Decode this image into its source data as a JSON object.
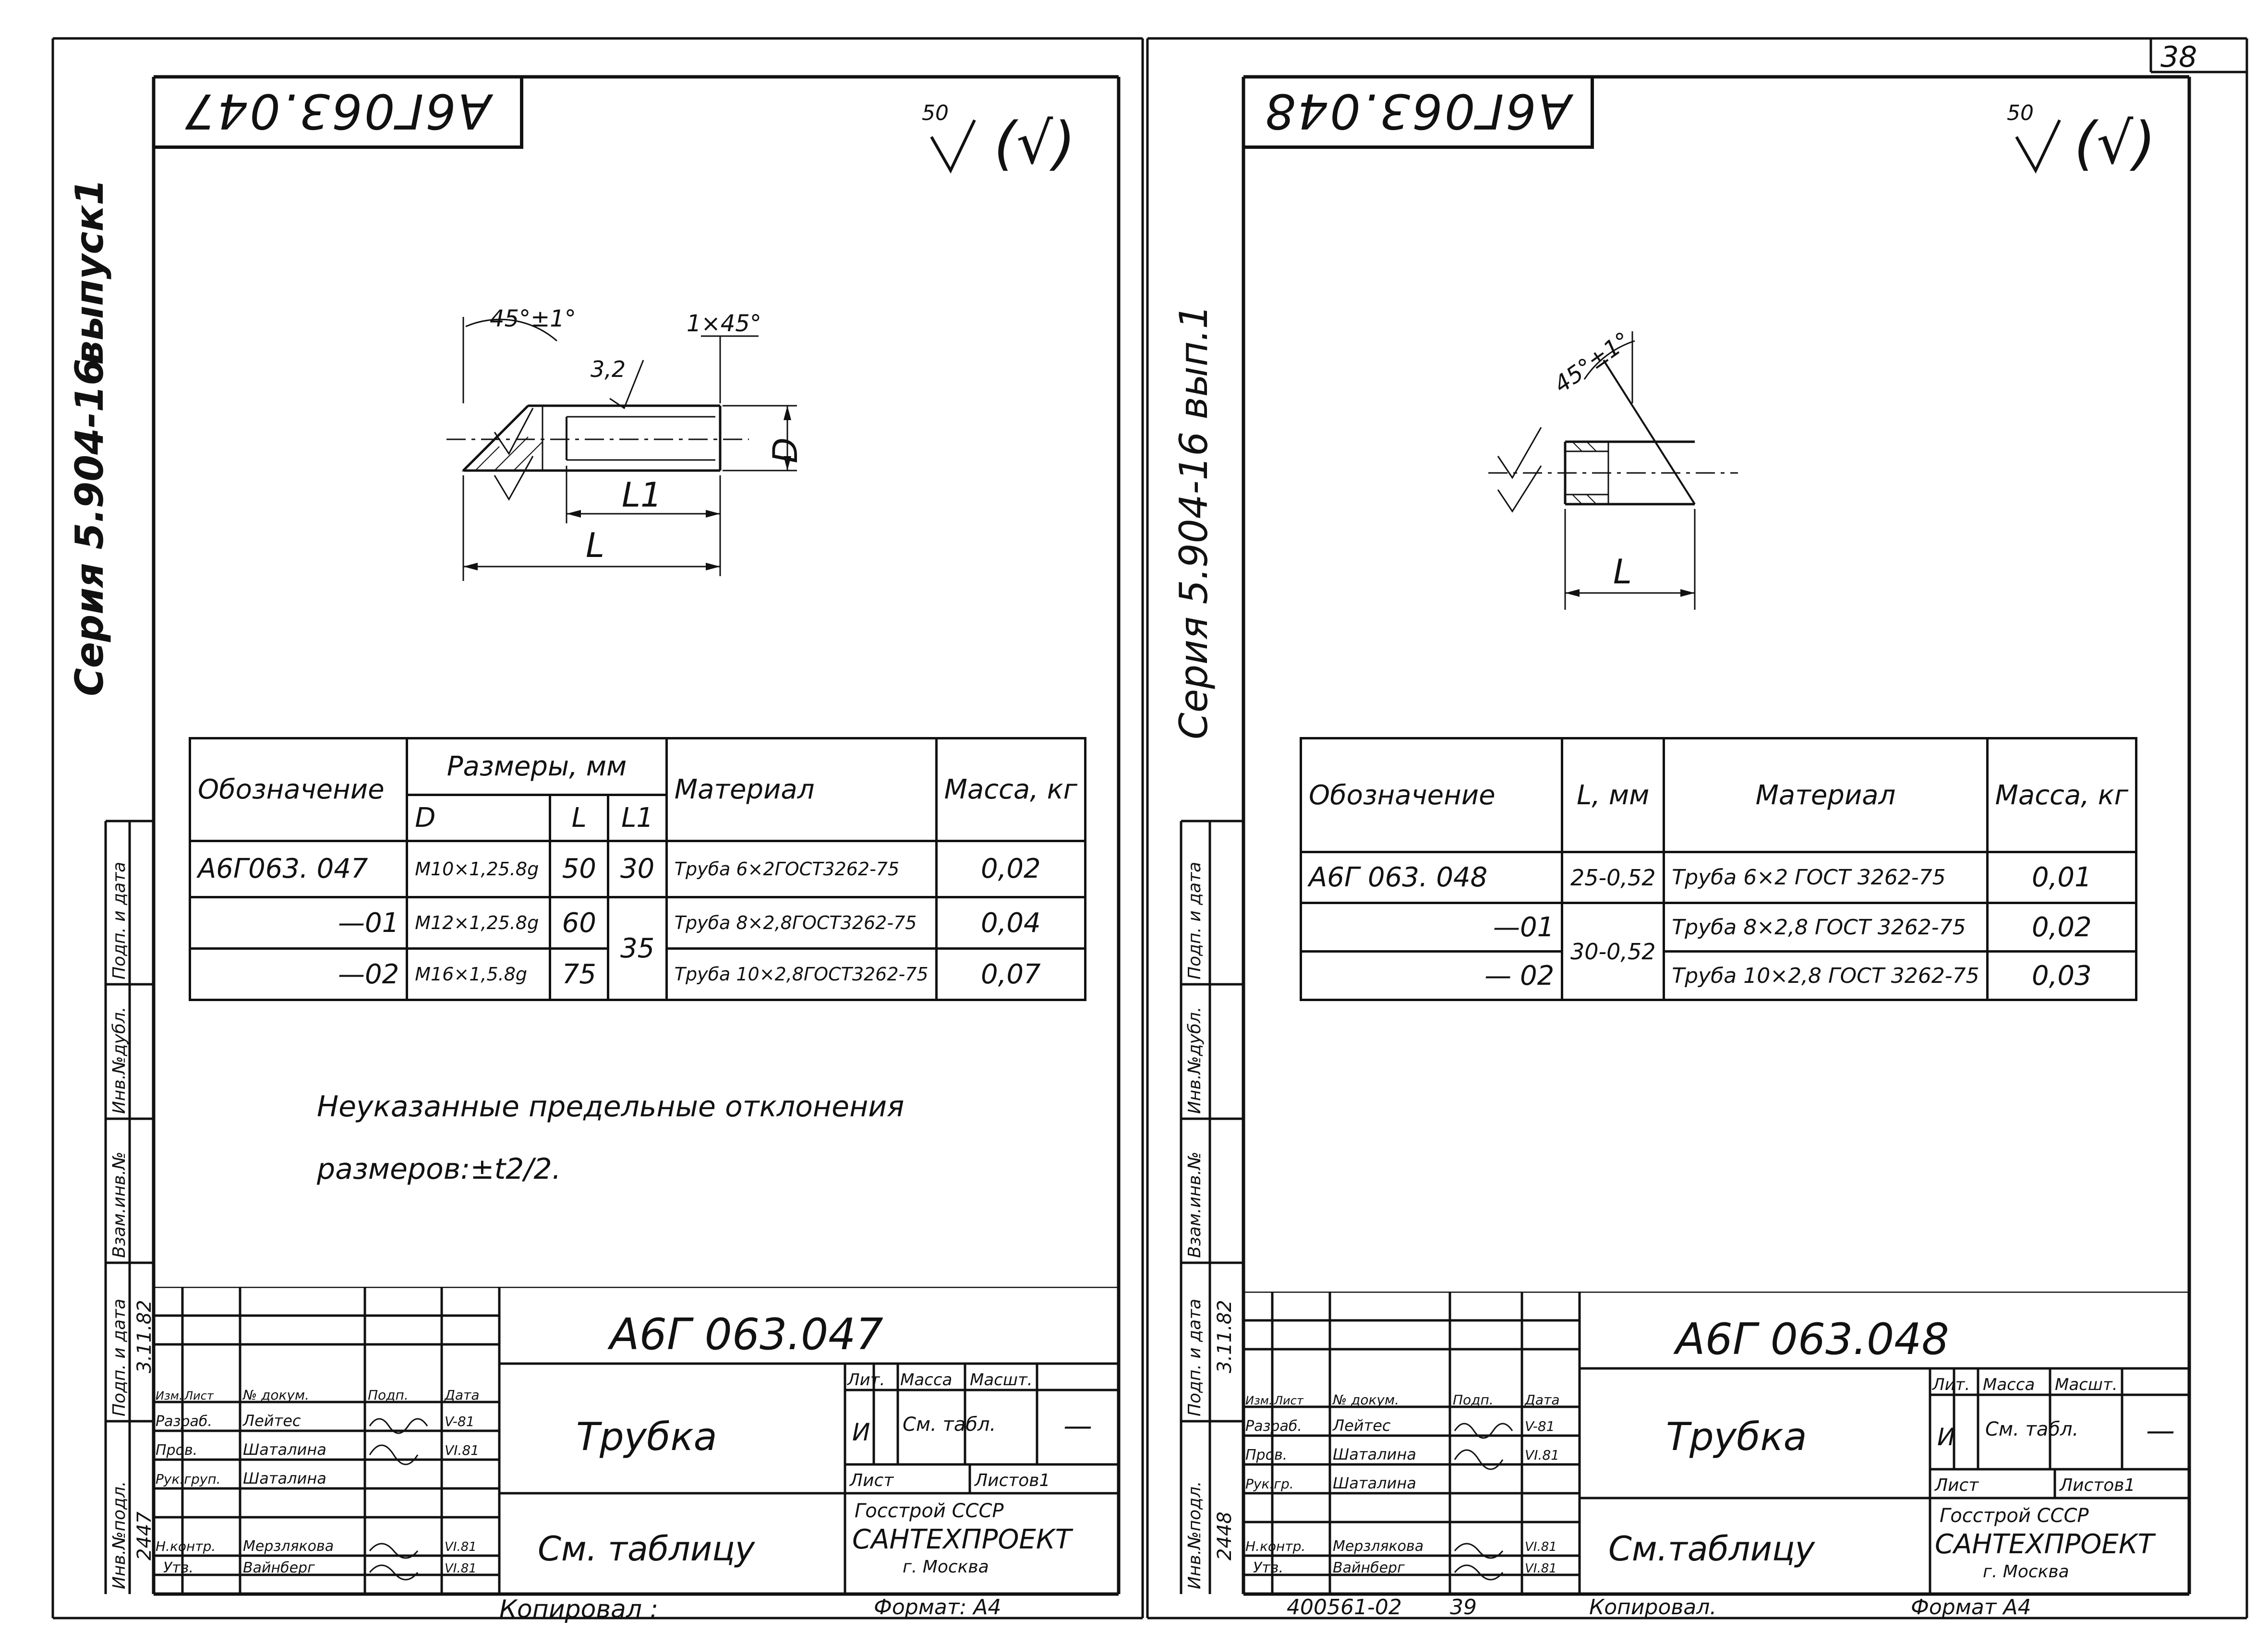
{
  "sheet_number": "38",
  "left": {
    "stamp": "А6Г063.047",
    "roughness_value": "50",
    "roughness_mark": "(√)",
    "series_margin": "Серия 5.904-16",
    "issue_margin": "выпуск1",
    "dims": {
      "chamfer_angle": "45°±1°",
      "chamfer_edge": "1×45°",
      "roughness": "3,2",
      "D": "D",
      "L1": "L1",
      "L": "L"
    },
    "table": {
      "h_designation": "Обозначение",
      "h_sizes": "Размеры, мм",
      "h_D": "D",
      "h_L": "L",
      "h_L1": "L1",
      "h_material": "Материал",
      "h_mass": "Масса, кг",
      "rows": [
        {
          "designation": "А6Г063. 047",
          "D": "М10×1,25.8g",
          "L": "50",
          "L1": "30",
          "material": "Труба 6×2ГОСТ3262-75",
          "mass": "0,02"
        },
        {
          "designation": "—01",
          "D": "М12×1,25.8g",
          "L": "60",
          "L1": "35",
          "material": "Труба 8×2,8ГОСТ3262-75",
          "mass": "0,04"
        },
        {
          "designation": "—02",
          "D": "М16×1,5.8g",
          "L": "75",
          "L1": "",
          "material": "Труба 10×2,8ГОСТ3262-75",
          "mass": "0,07"
        }
      ]
    },
    "note_line1": "Неуказанные предельные отклонения",
    "note_line2": "размеров:±t2/2.",
    "side_stamp": [
      "Инв.№подл.",
      "Подп. и дата",
      "Взам.инв.№",
      "Инв.№дубл.",
      "Подп. и дата"
    ],
    "side_values": {
      "inv": "2447",
      "date": "3.11.82"
    },
    "title_block": {
      "doc_number": "А6Г 063.047",
      "name": "Трубка",
      "material": "См. таблицу",
      "org_line1": "Госстрой СССР",
      "org_line2": "САНТЕХПРОЕКТ",
      "org_line3": "г. Москва",
      "h_lit": "Лит.",
      "h_mass": "Масса",
      "h_scale": "Масшт.",
      "lit_value": "И",
      "mass_value": "См. табл.",
      "scale_value": "—",
      "sheet_label": "Лист",
      "sheets_label": "Листов1",
      "change_cols": [
        "Изм.",
        "Лист",
        "№ докум.",
        "Подп.",
        "Дата"
      ],
      "people": [
        {
          "role": "Разраб.",
          "name": "Лейтес",
          "date": "V-81"
        },
        {
          "role": "Пров.",
          "name": "Шаталина",
          "date": "VI.81"
        },
        {
          "role": "Рук.груп.",
          "name": "Шаталина",
          "date": ""
        },
        {
          "role": "Н.контр.",
          "name": "Мерзлякова",
          "date": "VI.81"
        },
        {
          "role": "Утв.",
          "name": "Вайнберг",
          "date": "VI.81"
        }
      ]
    },
    "copied": "Копировал :",
    "format": "Формат: А4"
  },
  "right": {
    "stamp": "А6Г063.048",
    "roughness_value": "50",
    "roughness_mark": "(√)",
    "series_margin": "Серия 5.904-16 вып.1",
    "dims": {
      "chamfer_angle": "45°±1°",
      "L": "L"
    },
    "table": {
      "h_designation": "Обозначение",
      "h_L": "L, мм",
      "h_material": "Материал",
      "h_mass": "Масса, кг",
      "rows": [
        {
          "designation": "А6Г 063. 048",
          "L": "25-0,52",
          "material": "Труба 6×2 ГОСТ 3262-75",
          "mass": "0,01"
        },
        {
          "designation": "—01",
          "L": "30-0,52",
          "material": "Труба 8×2,8 ГОСТ 3262-75",
          "mass": "0,02"
        },
        {
          "designation": "— 02",
          "L": "",
          "material": "Труба 10×2,8 ГОСТ 3262-75",
          "mass": "0,03"
        }
      ]
    },
    "side_stamp": [
      "Инв.№подл.",
      "Подп. и дата",
      "Взам.инв.№",
      "Инв.№дубл.",
      "Подп. и дата"
    ],
    "side_values": {
      "inv": "2448",
      "date": "3.11.82"
    },
    "title_block": {
      "doc_number": "А6Г 063.048",
      "name": "Трубка",
      "material": "См.таблицу",
      "org_line1": "Госстрой СССР",
      "org_line2": "САНТЕХПРОЕКТ",
      "org_line3": "г. Москва",
      "h_lit": "Лит.",
      "h_mass": "Масса",
      "h_scale": "Масшт.",
      "lit_value": "И",
      "mass_value": "См. табл.",
      "scale_value": "—",
      "sheet_label": "Лист",
      "sheets_label": "Листов1",
      "change_cols": [
        "Изм.",
        "Лист",
        "№ докум.",
        "Подп.",
        "Дата"
      ],
      "people": [
        {
          "role": "Разраб.",
          "name": "Лейтес",
          "date": "V-81"
        },
        {
          "role": "Пров.",
          "name": "Шаталина",
          "date": "VI.81"
        },
        {
          "role": "Рук.гр.",
          "name": "Шаталина",
          "date": ""
        },
        {
          "role": "Н.контр.",
          "name": "Мерзлякова",
          "date": "VI.81"
        },
        {
          "role": "Утв.",
          "name": "Вайнберг",
          "date": "VI.81"
        }
      ]
    },
    "order": "400561-02",
    "page_ref": "39",
    "copied": "Копировал.",
    "format": "Формат А4"
  }
}
